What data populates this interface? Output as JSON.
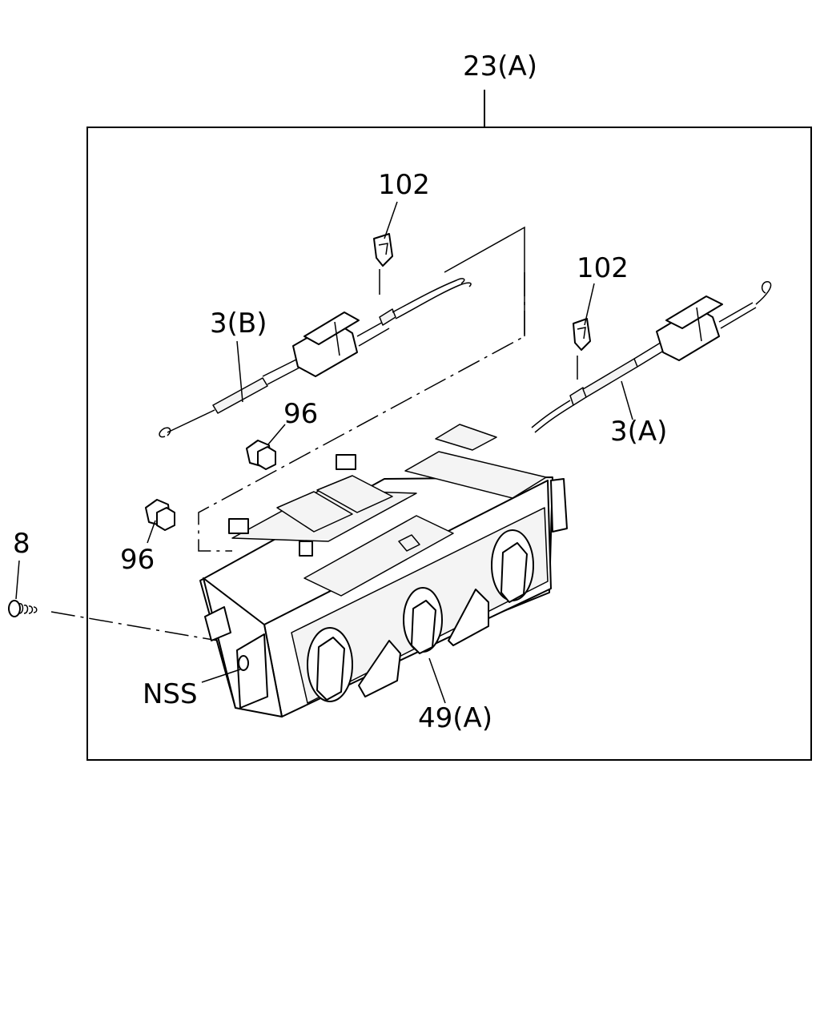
{
  "labels": {
    "assembly": "23(A)",
    "clip_upper": "102",
    "clip_right": "102",
    "cable_b": "3(B)",
    "cable_a": "3(A)",
    "pin_upper": "96",
    "pin_lower": "96",
    "screw": "8",
    "nss": "NSS",
    "control_unit": "49(A)"
  },
  "colors": {
    "line": "#000000",
    "background": "#ffffff"
  }
}
